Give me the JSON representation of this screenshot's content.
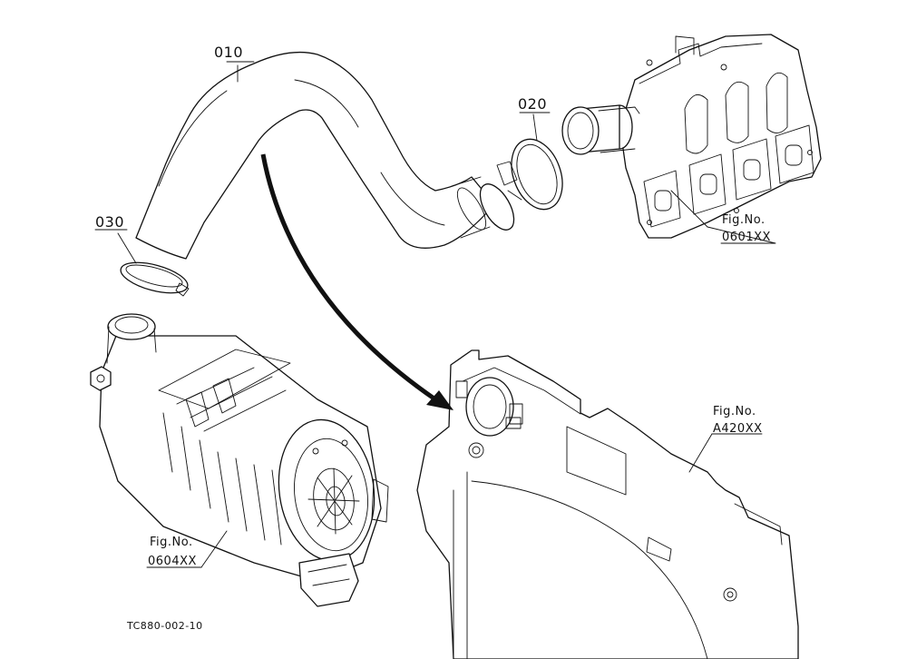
{
  "callouts": {
    "hose": "010",
    "clamp_large": "020",
    "clamp_small": "030"
  },
  "references": {
    "manifold": {
      "label": "Fig.No.",
      "code": "0601XX"
    },
    "air_cleaner": {
      "label": "Fig.No.",
      "code": "0604XX"
    },
    "bracket": {
      "label": "Fig.No.",
      "code": "A420XX"
    }
  },
  "drawing_code": "TC880-002-10",
  "colors": {
    "line": "#111111",
    "background": "#ffffff"
  }
}
